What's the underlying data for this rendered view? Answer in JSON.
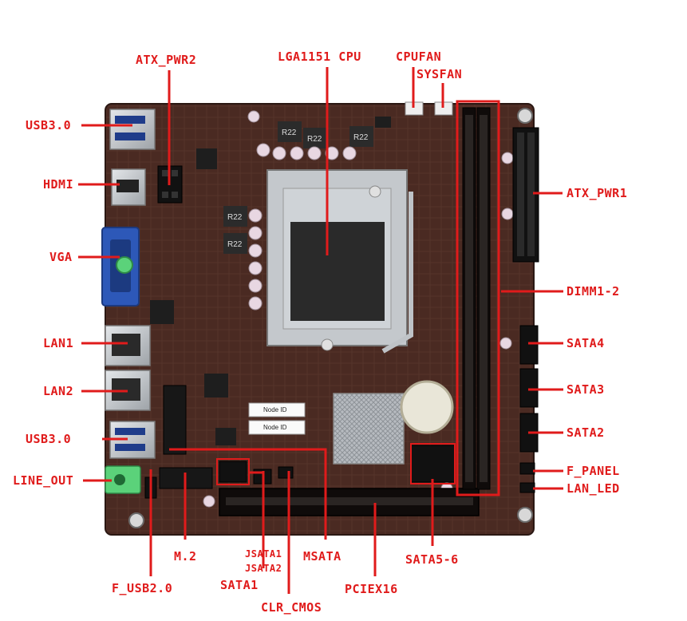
{
  "colors": {
    "label": "#e01b1b",
    "board": "#4a2a22",
    "board_dark": "#2f1a15",
    "slot": "#0f0b0a",
    "metal": "#c9cdd2",
    "vga_blue": "#2d58b8",
    "audio_green": "#5bd27a"
  },
  "labels": {
    "atx_pwr2": "ATX_PWR2",
    "lga1151_cpu": "LGA1151 CPU",
    "cpufan": "CPUFAN",
    "sysfan": "SYSFAN",
    "usb30_top": "USB3.0",
    "hdmi": "HDMI",
    "vga": "VGA",
    "lan1": "LAN1",
    "lan2": "LAN2",
    "usb30_bottom": "USB3.0",
    "line_out": "LINE_OUT",
    "atx_pwr1": "ATX_PWR1",
    "dimm1_2": "DIMM1-2",
    "sata4": "SATA4",
    "sata3": "SATA3",
    "sata2": "SATA2",
    "f_panel": "F_PANEL",
    "lan_led": "LAN_LED",
    "m2": "M.2",
    "jsata1": "JSATA1",
    "jsata2": "JSATA2",
    "msata": "MSATA",
    "sata5_6": "SATA5-6",
    "f_usb20": "F_USB2.0",
    "sata1": "SATA1",
    "pciex16": "PCIEX16",
    "clr_cmos": "CLR_CMOS"
  },
  "board_text": {
    "r22_a": "R22",
    "r22_b": "R22",
    "r22_c": "R22",
    "r22_d": "R22",
    "r22_e": "R22",
    "node_id_1": "Node ID",
    "node_id_2": "Node ID"
  }
}
